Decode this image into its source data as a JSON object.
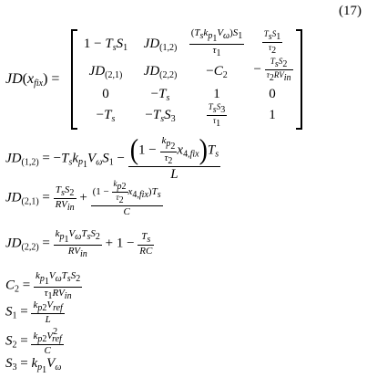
{
  "equation_number": "(17)",
  "matrix": {
    "lhs": "JD(x_fix) =",
    "rows": [
      [
        "1 − T_s S_1",
        "JD_(1,2)",
        "(T_s k_p1 V_ω) S_1 / τ_1",
        "T_s S_1 / τ_2"
      ],
      [
        "JD_(2,1)",
        "JD_(2,2)",
        "−C_2",
        "− T_s S_2 / τ_2 RV_in"
      ],
      [
        "0",
        "−T_s",
        "1",
        "0"
      ],
      [
        "−T_s",
        "−T_s S_3",
        "T_s S_3 / τ_1",
        "1"
      ]
    ]
  },
  "definitions": [
    "JD_(1,2) = −T_s k_p1 V_ω S_1 − (1 − k_p2/τ_2 x_4,fix) T_s / L",
    "JD_(2,1) = T_s S_2 / RV_in + (1 − k_p2/τ_2 x_4,fix) T_s / C",
    "JD_(2,2) = k_p1 V_ω T_s S_2 / RV_in + 1 − T_s / RC",
    "C_2 = k_p1 V_ω T_s S_2 / τ_1 RV_in",
    "S_1 = k_p2 V_ref / L",
    "S_2 = k_p2 V_ref^2 / C",
    "S_3 = k_p1 V_ω"
  ]
}
